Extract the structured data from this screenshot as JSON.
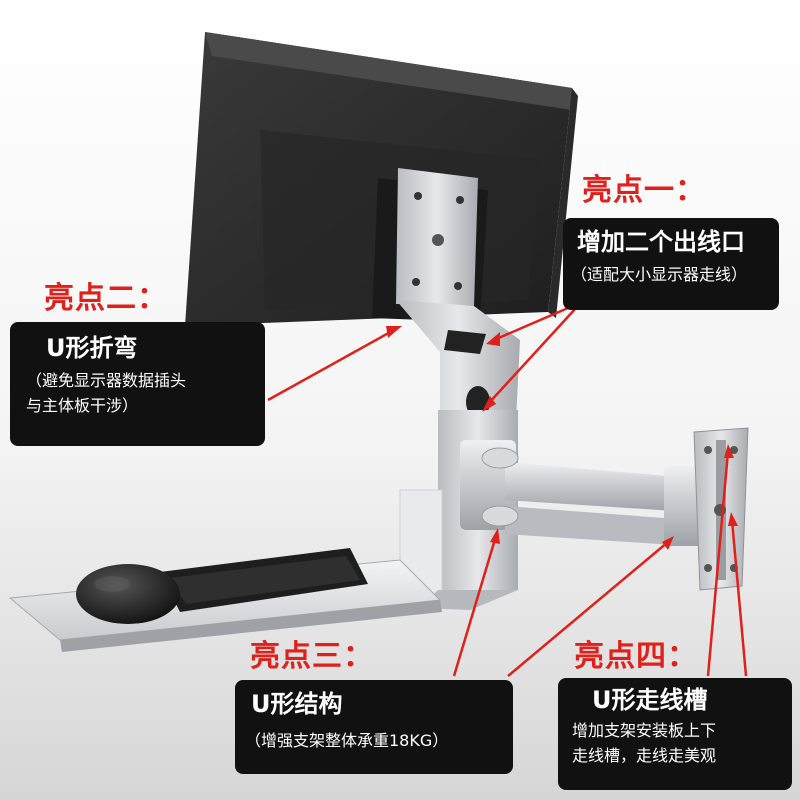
{
  "colors": {
    "accent_red": "#e0201b",
    "callout_bg": "#111111",
    "callout_text": "#ffffff"
  },
  "highlights": [
    {
      "title": "亮点一：",
      "main": "增加二个出线口",
      "sub_lines": [
        "（适配大小显示器走线）"
      ]
    },
    {
      "title": "亮点二：",
      "main": "U形折弯",
      "sub_lines": [
        "（避免显示器数据插头",
        "与主体板干涉）"
      ]
    },
    {
      "title": "亮点三：",
      "main": "U形结构",
      "sub_lines": [
        "（增强支架整体承重18KG）"
      ]
    },
    {
      "title": "亮点四：",
      "main": "U形走线槽",
      "sub_lines": [
        "增加支架安装板上下",
        "走线槽，走线走美观"
      ]
    }
  ]
}
